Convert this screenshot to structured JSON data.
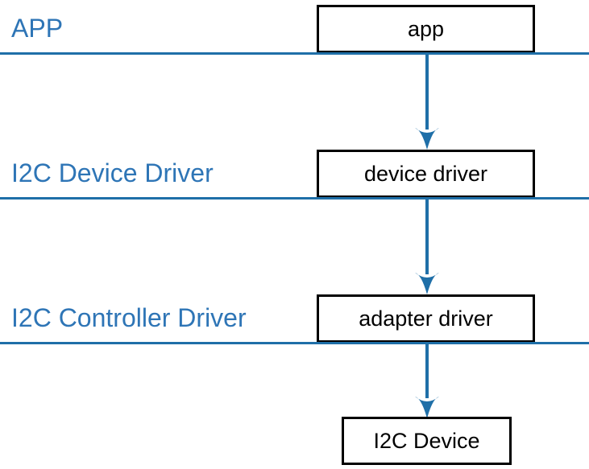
{
  "diagram": {
    "title": "I2C software stack layering diagram",
    "colors": {
      "line": "#1F6FA8",
      "label_text": "#2E75B6",
      "box_border": "#000000",
      "box_fill": "#FFFFFF",
      "arrow": "#1F6FA8",
      "box_text": "#000000",
      "background": "#FFFFFF"
    },
    "layers": [
      {
        "label": "APP",
        "box": "app"
      },
      {
        "label": "I2C Device Driver",
        "box": "device driver"
      },
      {
        "label": "I2C Controller Driver",
        "box": "adapter driver"
      }
    ],
    "bottom_node": {
      "label": "I2C Device"
    },
    "arrows": [
      {
        "from": "app",
        "to": "device driver",
        "direction": "down"
      },
      {
        "from": "device driver",
        "to": "adapter driver",
        "direction": "down"
      },
      {
        "from": "adapter driver",
        "to": "I2C Device",
        "direction": "down"
      }
    ]
  }
}
